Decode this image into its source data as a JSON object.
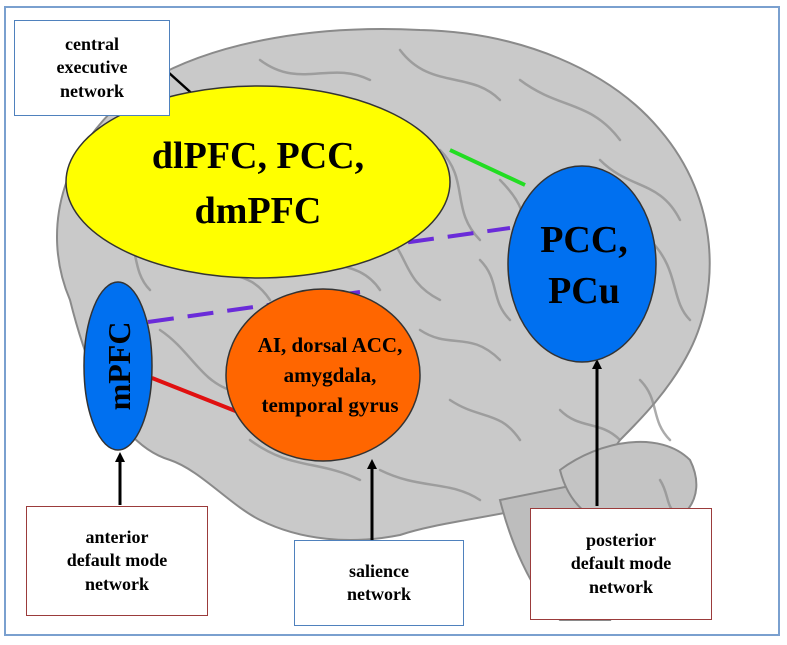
{
  "nodes": {
    "cen": {
      "lines": [
        "dlPFC, PCC,",
        "dmPFC"
      ],
      "fill": "#ffff00"
    },
    "pdmn": {
      "lines": [
        "PCC,",
        "PCu"
      ],
      "fill": "#0070f0"
    },
    "mpfc": {
      "label": "mPFC",
      "fill": "#0070f0"
    },
    "sal": {
      "lines": [
        "AI, dorsal ACC,",
        "amygdala,",
        "temporal gyrus"
      ],
      "fill": "#ff6600"
    }
  },
  "labels": {
    "central_executive": [
      "central",
      "executive",
      "network"
    ],
    "anterior_dmn": [
      "anterior",
      "default mode",
      "network"
    ],
    "salience": [
      "salience",
      "network"
    ],
    "posterior_dmn": [
      "posterior",
      "default mode",
      "network"
    ]
  },
  "colors": {
    "green_link": "#22dd22",
    "red_link": "#e01010",
    "dashed_link": "#6a2bd9",
    "brain": "#c9c9c9",
    "frame": "#7aa0cf"
  }
}
